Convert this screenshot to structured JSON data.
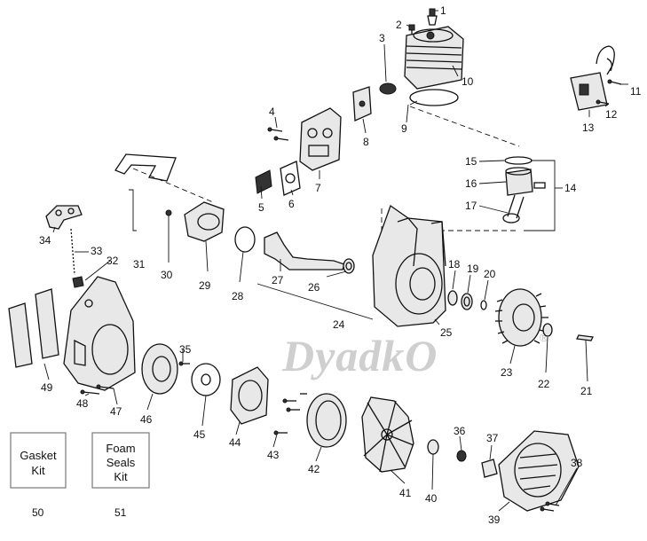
{
  "labels": {
    "p1": "1",
    "p2": "2",
    "p3": "3",
    "p4": "4",
    "p5": "5",
    "p6": "6",
    "p7": "7",
    "p8": "8",
    "p9": "9",
    "p10": "10",
    "p11": "11",
    "p12": "12",
    "p13": "13",
    "p14": "14",
    "p15": "15",
    "p16": "16",
    "p17": "17",
    "p18": "18",
    "p19": "19",
    "p20": "20",
    "p21": "21",
    "p22": "22",
    "p23": "23",
    "p24": "24",
    "p25": "25",
    "p26": "26",
    "p27": "27",
    "p28": "28",
    "p29": "29",
    "p30": "30",
    "p31": "31",
    "p32": "32",
    "p33": "33",
    "p34": "34",
    "p35": "35",
    "p36": "36",
    "p37": "37",
    "p38": "38",
    "p39": "39",
    "p40": "40",
    "p41": "41",
    "p42": "42",
    "p43": "43",
    "p44": "44",
    "p45": "45",
    "p46": "46",
    "p47": "47",
    "p48": "48",
    "p49": "49",
    "p50": "50",
    "p51": "51"
  },
  "kits": {
    "gasket_line1": "Gasket",
    "gasket_line2": "Kit",
    "foam_line1": "Foam",
    "foam_line2": "Seals",
    "foam_line3": "Kit"
  },
  "watermark": {
    "text": "DyadkO",
    "registered": "®"
  }
}
